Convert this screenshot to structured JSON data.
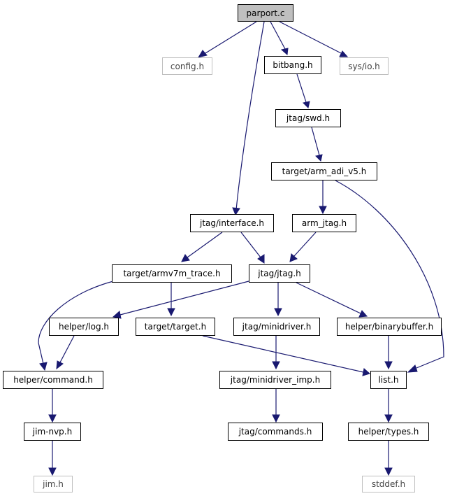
{
  "colors": {
    "edge": "#191970",
    "root_fill": "#bfbfbf",
    "external_border": "#bfbfbf",
    "node_border": "#000000"
  },
  "nodes": {
    "parport_c": "parport.c",
    "config_h": "config.h",
    "bitbang_h": "bitbang.h",
    "sys_io_h": "sys/io.h",
    "jtag_swd_h": "jtag/swd.h",
    "target_arm_adi_v5_h": "target/arm_adi_v5.h",
    "jtag_interface_h": "jtag/interface.h",
    "arm_jtag_h": "arm_jtag.h",
    "target_armv7m_trace_h": "target/armv7m_trace.h",
    "jtag_jtag_h": "jtag/jtag.h",
    "helper_log_h": "helper/log.h",
    "target_target_h": "target/target.h",
    "jtag_minidriver_h": "jtag/minidriver.h",
    "helper_binarybuffer_h": "helper/binarybuffer.h",
    "helper_command_h": "helper/command.h",
    "jtag_minidriver_imp_h": "jtag/minidriver_imp.h",
    "list_h": "list.h",
    "jim_nvp_h": "jim-nvp.h",
    "jtag_commands_h": "jtag/commands.h",
    "helper_types_h": "helper/types.h",
    "jim_h": "jim.h",
    "stddef_h": "stddef.h"
  }
}
